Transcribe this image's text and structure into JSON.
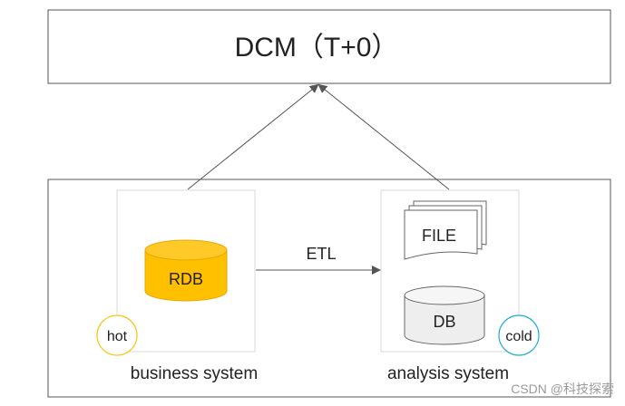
{
  "top_box": {
    "label": "DCM（T+0）"
  },
  "business_system": {
    "caption": "business system",
    "database_label": "RDB",
    "badge": "hot"
  },
  "analysis_system": {
    "caption": "analysis system",
    "file_label": "FILE",
    "database_label": "DB",
    "badge": "cold"
  },
  "etl_label": "ETL",
  "watermark": "CSDN @科技探索",
  "colors": {
    "rdb_fill": "#ffc000",
    "rdb_stroke": "#e6a800",
    "hot_badge": "#f5c518",
    "cold_badge": "#1fb0d6",
    "line": "#555555",
    "soft_border": "#d9d9d9",
    "db_fill": "#eeeeee"
  }
}
